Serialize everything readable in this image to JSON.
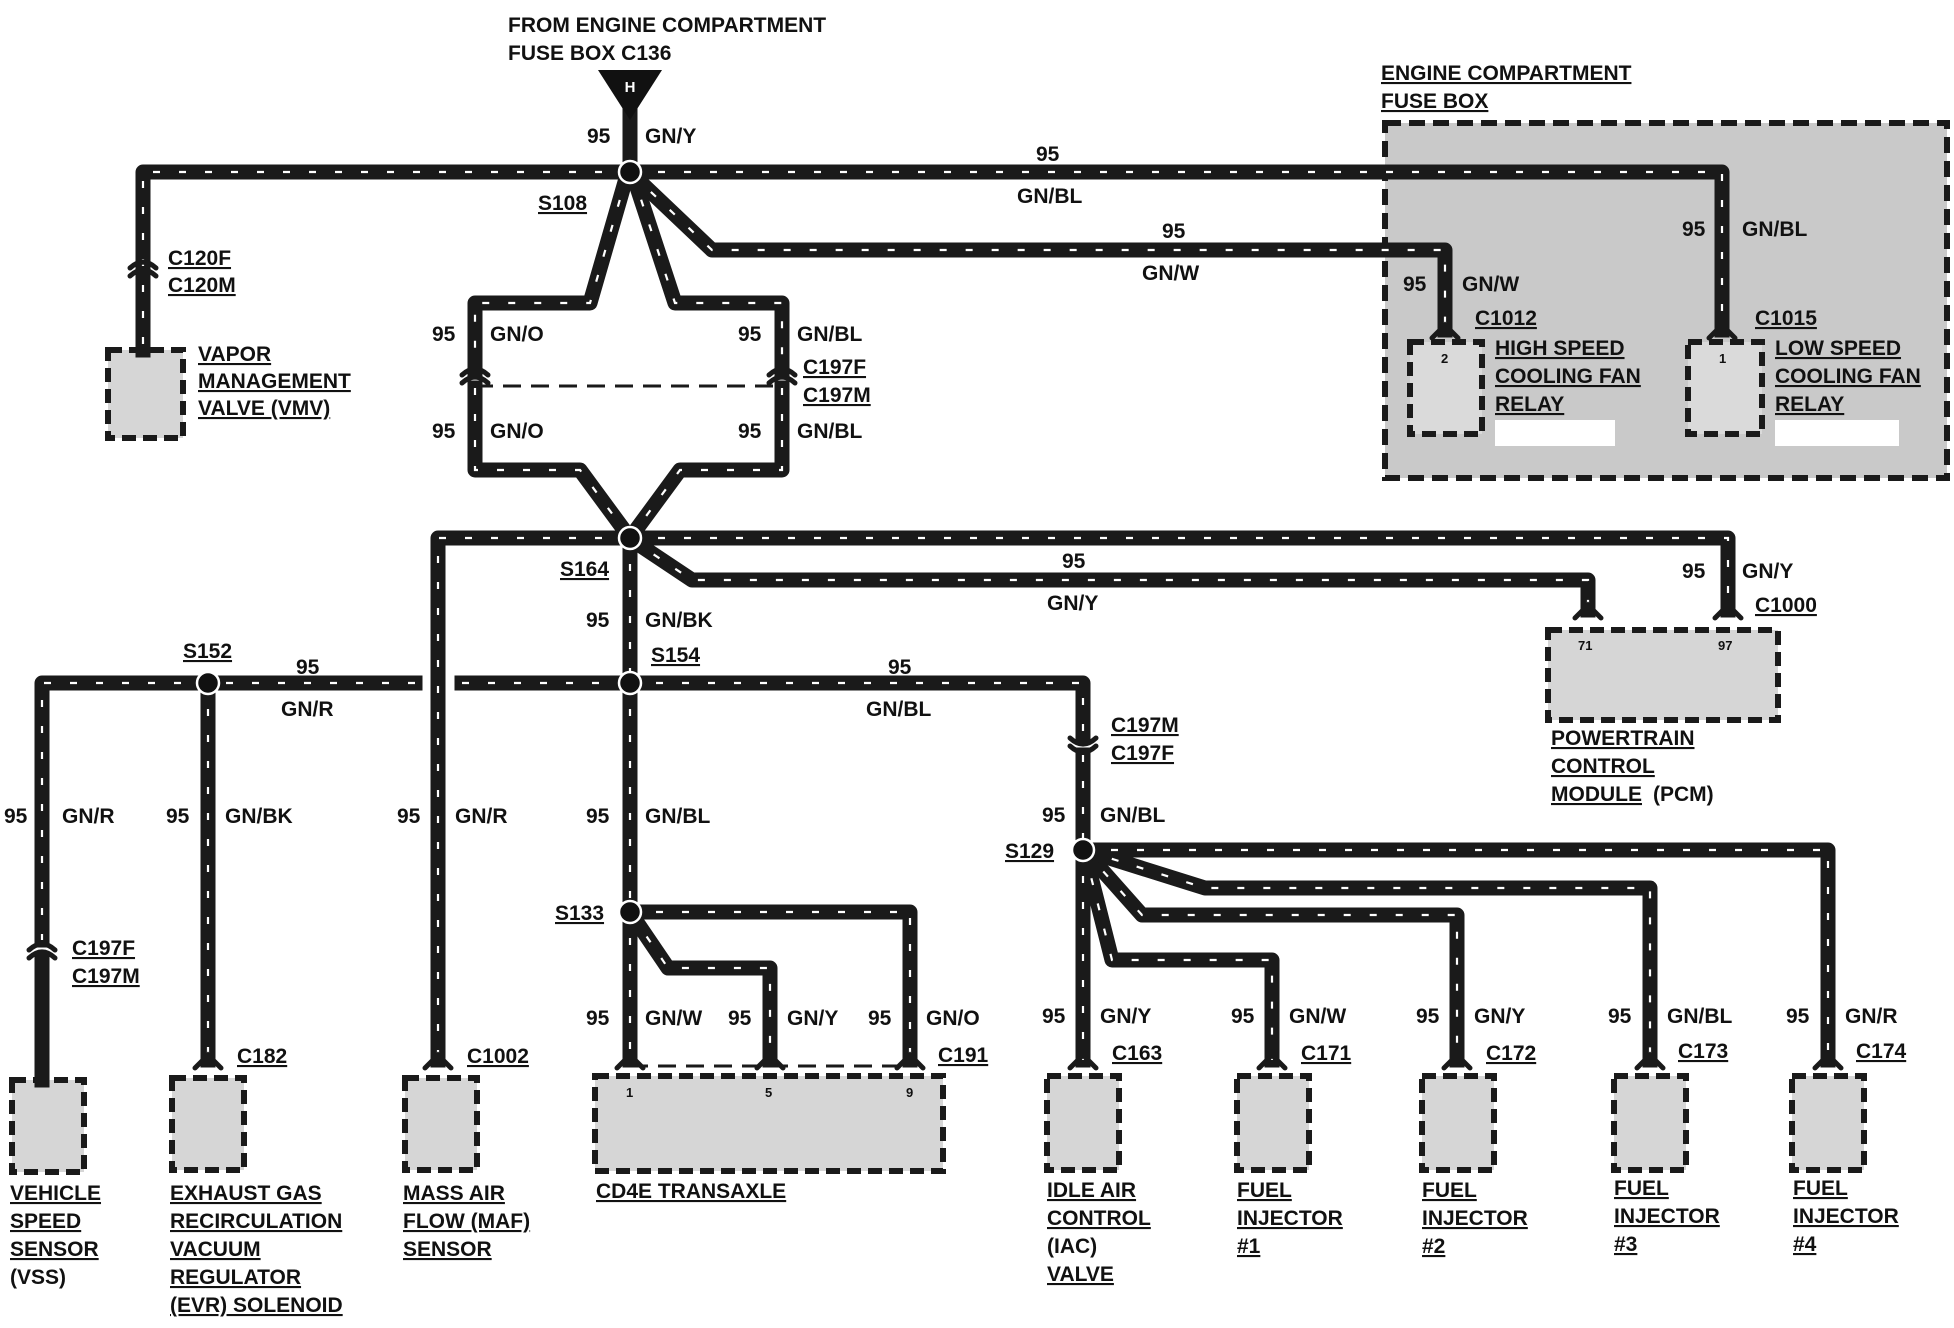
{
  "source": {
    "line1": "FROM ENGINE COMPARTMENT",
    "line2": "FUSE BOX C136",
    "letter": "H"
  },
  "fuse_box": {
    "line1": "ENGINE COMPARTMENT",
    "line2": "FUSE BOX"
  },
  "splices": {
    "s108": "S108",
    "s164": "S164",
    "s152": "S152",
    "s154": "S154",
    "s133": "S133",
    "s129": "S129"
  },
  "connectors": {
    "c120f": "C120F",
    "c120m": "C120M",
    "c197f_top": "C197F",
    "c197m_top": "C197M",
    "c1012": "C1012",
    "c1015": "C1015",
    "c1000": "C1000",
    "c197m_mid": "C197M",
    "c197f_mid": "C197F",
    "c197f_vss": "C197F",
    "c197m_vss": "C197M",
    "c182": "C182",
    "c1002": "C1002",
    "c191": "C191",
    "c163": "C163",
    "c171": "C171",
    "c172": "C172",
    "c173": "C173",
    "c174": "C174"
  },
  "wires": {
    "src_num": "95",
    "src_col": "GN/Y",
    "top_num": "95",
    "top_col": "GN/BL",
    "top2_num": "95",
    "top2_col": "GN/W",
    "lowrelay_num": "95",
    "lowrelay_col": "GN/BL",
    "highrelay_num": "95",
    "highrelay_col": "GN/W",
    "diam_ul_num": "95",
    "diam_ul_col": "GN/O",
    "diam_ur_num": "95",
    "diam_ur_col": "GN/BL",
    "diam_ll_num": "95",
    "diam_ll_col": "GN/O",
    "diam_lr_num": "95",
    "diam_lr_col": "GN/BL",
    "pcm71_num": "95",
    "pcm71_col": "GN/Y",
    "pcm97_num": "95",
    "pcm97_col": "GN/Y",
    "s164down_num": "95",
    "s164down_col": "GN/BK",
    "gnr_num": "95",
    "gnr_col": "GN/R",
    "gnbl_num": "95",
    "gnbl_col": "GN/BL",
    "vss_num": "95",
    "vss_col": "GN/R",
    "egr_num": "95",
    "egr_col": "GN/BK",
    "maf_num": "95",
    "maf_col": "GN/R",
    "s154down_num": "95",
    "s154down_col": "GN/BL",
    "s129in_num": "95",
    "s129in_col": "GN/BL",
    "t1_num": "95",
    "t1_col": "GN/W",
    "t5_num": "95",
    "t5_col": "GN/Y",
    "t9_num": "95",
    "t9_col": "GN/O",
    "iac_num": "95",
    "iac_col": "GN/Y",
    "inj1_num": "95",
    "inj1_col": "GN/W",
    "inj2_num": "95",
    "inj2_col": "GN/Y",
    "inj3_num": "95",
    "inj3_col": "GN/BL",
    "inj4_num": "95",
    "inj4_col": "GN/R"
  },
  "pins": {
    "high": "2",
    "low": "1",
    "pcm_a": "71",
    "pcm_b": "97",
    "trans_a": "1",
    "trans_b": "5",
    "trans_c": "9"
  },
  "components": {
    "vmv": [
      "VAPOR",
      "MANAGEMENT",
      "VALVE (VMV)"
    ],
    "high_relay": [
      "HIGH SPEED",
      "COOLING FAN",
      "RELAY"
    ],
    "low_relay": [
      "LOW SPEED",
      "COOLING FAN",
      "RELAY"
    ],
    "pcm": [
      "POWERTRAIN",
      "CONTROL",
      "MODULE",
      "(PCM)"
    ],
    "vss": [
      "VEHICLE",
      "SPEED",
      "SENSOR",
      "(VSS)"
    ],
    "egr": [
      "EXHAUST GAS",
      "RECIRCULATION",
      "VACUUM",
      "REGULATOR",
      "(EVR) SOLENOID"
    ],
    "maf": [
      "MASS AIR",
      "FLOW (MAF)",
      "SENSOR"
    ],
    "trans": "CD4E TRANSAXLE",
    "iac": [
      "IDLE AIR",
      "CONTROL",
      "(IAC)",
      "VALVE"
    ],
    "inj1": [
      "FUEL",
      "INJECTOR",
      "#1"
    ],
    "inj2": [
      "FUEL",
      "INJECTOR",
      "#2"
    ],
    "inj3": [
      "FUEL",
      "INJECTOR",
      "#3"
    ],
    "inj4": [
      "FUEL",
      "INJECTOR",
      "#4"
    ]
  }
}
